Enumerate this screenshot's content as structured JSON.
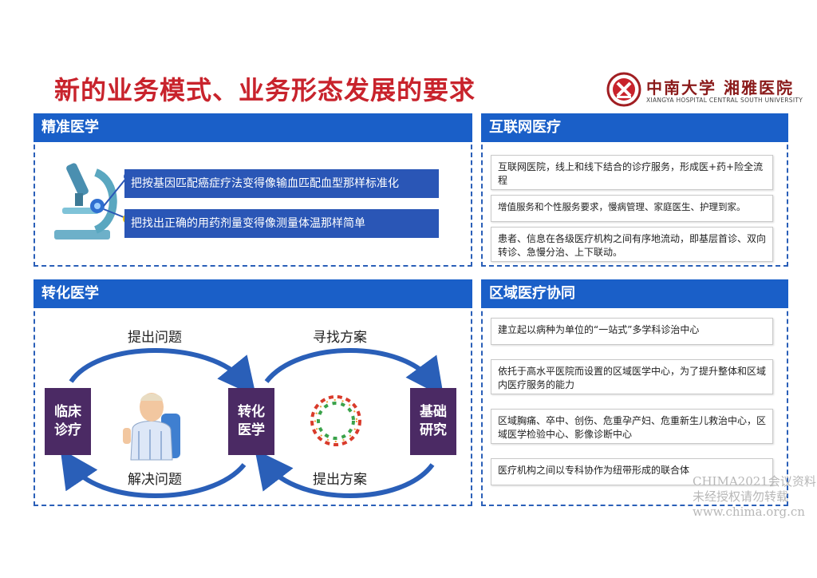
{
  "title": "新的业务模式、业务形态发展的要求",
  "logo": {
    "name": "中南大学 湘雅医院",
    "subtitle": "XIANGYA HOSPITAL CENTRAL SOUTH UNIVERSITY"
  },
  "precision": {
    "heading": "精准医学",
    "items": [
      "把按基因匹配癌症疗法变得像输血匹配血型那样标准化",
      "把找出正确的用药剂量变得像测量体温那样简单"
    ]
  },
  "internet": {
    "heading": "互联网医疗",
    "items": [
      "互联网医院，线上和线下结合的诊疗服务，形成医+药+险全流程",
      "增值服务和个性服务要求，慢病管理、家庭医生、护理到家。",
      "患者、信息在各级医疗机构之间有序地流动，即基层首诊、双向转诊、急慢分治、上下联动。"
    ]
  },
  "translational": {
    "heading": "转化医学",
    "top_left": "提出问题",
    "top_right": "寻找方案",
    "bottom_left": "解决问题",
    "bottom_right": "提出方案",
    "box_left": "临床\n诊疗",
    "box_middle": "转化\n医学",
    "box_right": "基础\n研究"
  },
  "regional": {
    "heading": "区域医疗协同",
    "items": [
      "建立起以病种为单位的“一站式”多学科诊治中心",
      "依托于高水平医院而设置的区域医学中心，为了提升整体和区域内医疗服务的能力",
      "区域胸痛、卒中、创伤、危重孕产妇、危重新生儿救治中心，区域医学检验中心、影像诊断中心",
      "医疗机构之间以专科协作为纽带形成的联合体"
    ]
  },
  "watermark": [
    "CHIMA2021会议资料",
    "未经授权请勿转载",
    "www.chima.org.cn"
  ],
  "colors": {
    "title": "#c8232c",
    "header": "#1a5fc8",
    "bar": "#2a56b6",
    "box": "#4b2a64",
    "arrow": "#2a5fb8"
  }
}
